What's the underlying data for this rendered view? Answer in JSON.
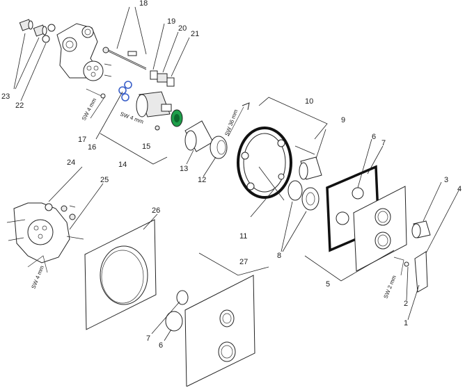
{
  "diagram": {
    "callouts": {
      "n1": "1",
      "n2": "2",
      "n3": "3",
      "n4": "4",
      "n5": "5",
      "n6a": "6",
      "n6b": "6",
      "n7a": "7",
      "n7b": "7",
      "n8": "8",
      "n9": "9",
      "n10": "10",
      "n11": "11",
      "n12": "12",
      "n13": "13",
      "n14": "14",
      "n15": "15",
      "n16": "16",
      "n17": "17",
      "n18": "18",
      "n19": "19",
      "n20": "20",
      "n21": "21",
      "n22": "22",
      "n23": "23",
      "n24": "24",
      "n25": "25",
      "n26": "26",
      "n27": "27"
    },
    "tools": {
      "t17": "SW 4 mm",
      "t15": "SW 4 mm",
      "t12": "SW 36 mm",
      "t24": "SW 4 mm",
      "t2": "SW 2 mm"
    },
    "colors": {
      "line": "#222222",
      "seal_blue": "#3a5fc8",
      "nut_green": "#1e9e4a",
      "cartridge_fill": "#e9e9e9"
    }
  }
}
